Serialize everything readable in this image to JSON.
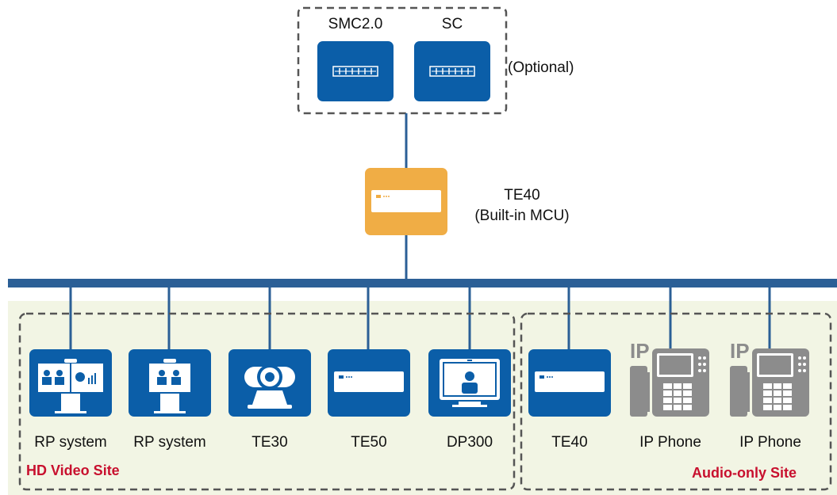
{
  "servers": {
    "smc_label": "SMC2.0",
    "sc_label": "SC",
    "optional_label": "(Optional)"
  },
  "mcu": {
    "name": "TE40",
    "note": "(Built-in MCU)"
  },
  "endpoints": [
    {
      "label": "RP system",
      "icon": "rp-system-icon"
    },
    {
      "label": "RP system",
      "icon": "rp-system-icon"
    },
    {
      "label": "TE30",
      "icon": "camera-icon"
    },
    {
      "label": "TE50",
      "icon": "codec-box-icon"
    },
    {
      "label": "DP300",
      "icon": "desktop-display-icon"
    },
    {
      "label": "TE40",
      "icon": "codec-box-icon"
    },
    {
      "label": "IP Phone",
      "icon": "ip-phone-icon",
      "badge": "IP"
    },
    {
      "label": "IP Phone",
      "icon": "ip-phone-icon",
      "badge": "IP"
    }
  ],
  "sites": {
    "hd_video": "HD Video Site",
    "audio_only": "Audio-only Site"
  },
  "colors": {
    "device_blue": "#0b5ea8",
    "mcu_orange": "#f0ad45",
    "bus_blue": "#2b5f96",
    "site_bg": "#f2f5e4",
    "site_title_red": "#c8102e",
    "phone_gray": "#8c8c8c"
  }
}
